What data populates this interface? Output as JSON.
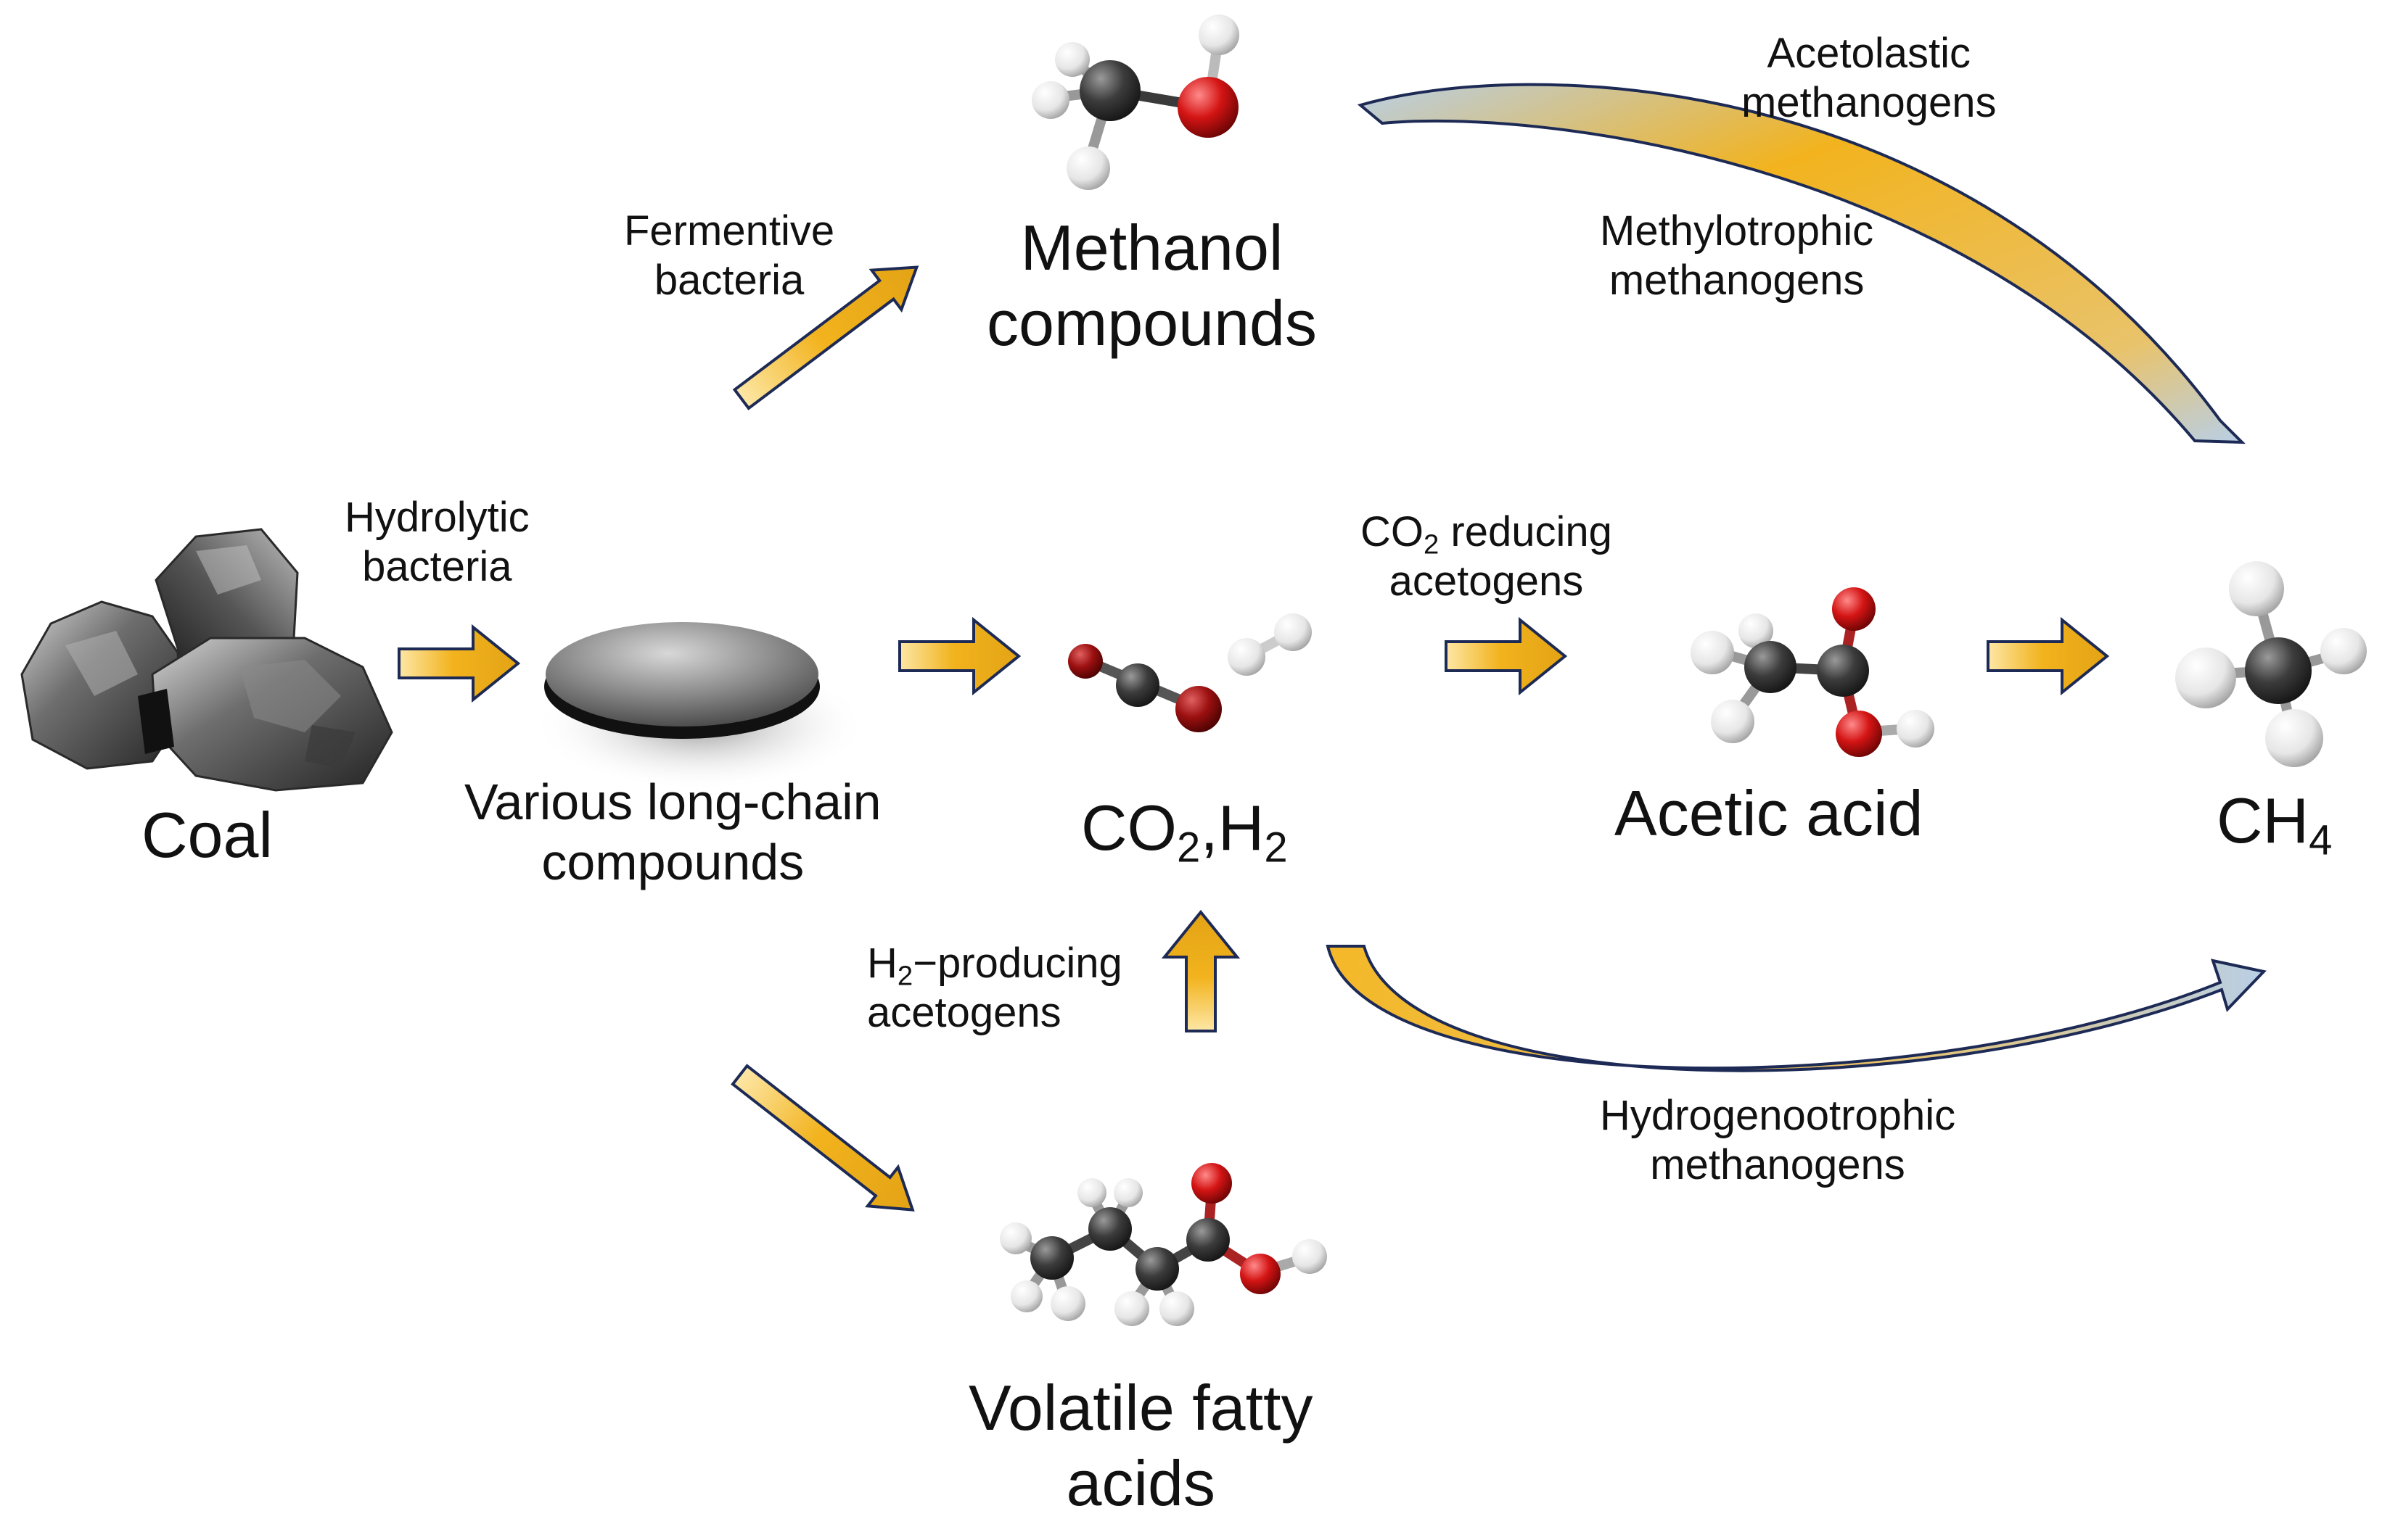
{
  "nodes": {
    "coal": "Coal",
    "long_chain": [
      "Various long-chain",
      "compounds"
    ],
    "methanol": [
      "Methanol",
      "compounds"
    ],
    "co2h2": {
      "co": "CO",
      "sub2a": "2",
      "comma_h": ",H",
      "sub2b": "2"
    },
    "acetic": "Acetic acid",
    "ch4": {
      "ch": "CH",
      "sub4": "4"
    },
    "vfa": [
      "Volatile fatty",
      "acids"
    ]
  },
  "processes": {
    "hydrolytic": [
      "Hydrolytic",
      "bacteria"
    ],
    "fermentive": [
      "Fermentive",
      "bacteria"
    ],
    "co2_reducing": {
      "co": "CO",
      "sub2": "2",
      "rest": " reducing",
      "line2": "acetogens"
    },
    "h2_producing": {
      "h": "H",
      "sub2": "2",
      "rest": "−producing",
      "line2": "acetogens"
    },
    "acetolastic": [
      "Acetolastic",
      "methanogens"
    ],
    "methylotrophic": [
      "Methylotrophic",
      "methanogens"
    ],
    "hydrogenotrophic": [
      "Hydrogenootrophic",
      "methanogens"
    ]
  },
  "colors": {
    "arrow_fill": "#f2b31e",
    "arrow_light": "#fde7a6",
    "arrow_stroke": "#1c2a55",
    "carbon": "#3a3a3a",
    "oxygen": "#cc1010",
    "hydrogen": "#f2f2f2",
    "text": "#111111"
  }
}
